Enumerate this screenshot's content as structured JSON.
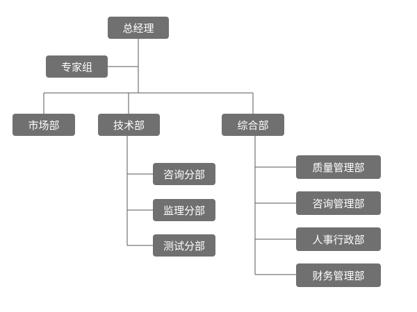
{
  "chart": {
    "general_manager": "总经理",
    "expert_group": "专家组",
    "departments": {
      "marketing": "市场部",
      "technology": "技术部",
      "general_affairs": "综合部"
    },
    "technology_subs": [
      "咨询分部",
      "监理分部",
      "测试分部"
    ],
    "general_affairs_subs": [
      "质量管理部",
      "咨询管理部",
      "人事行政部",
      "财务管理部"
    ]
  },
  "colors": {
    "node_fill": "#707070",
    "node_text": "#ffffff",
    "connector": "#555555",
    "background": "#ffffff"
  }
}
